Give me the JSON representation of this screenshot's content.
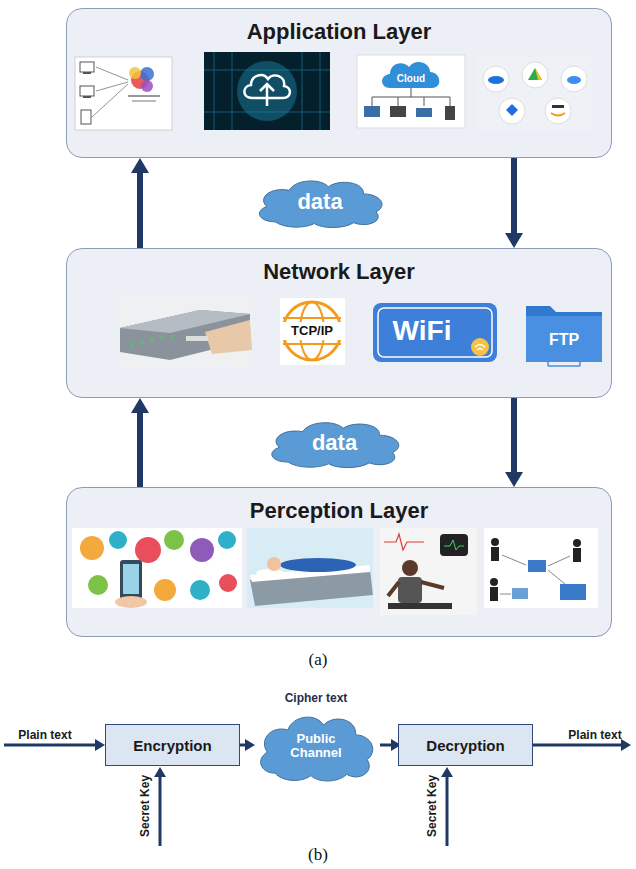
{
  "diagram": {
    "nodes": [
      {
        "text": [
          "Application Layer"
        ]
      },
      {
        "text": [
          "data"
        ]
      },
      {
        "text": [
          "Network Layer"
        ]
      },
      {
        "text": [
          "data"
        ]
      },
      {
        "text": [
          "Perception Layer"
        ]
      },
      {
        "text": [
          "Encryption"
        ]
      },
      {
        "text": [
          "Cipher text",
          "Public Channel"
        ]
      },
      {
        "text": [
          "Decryption"
        ]
      }
    ],
    "edges": [
      {
        "from": 4,
        "to": 2,
        "arrow": "to"
      },
      {
        "from": 2,
        "to": 0,
        "arrow": "to"
      },
      {
        "from": 0,
        "to": 2,
        "arrow": "to"
      },
      {
        "from": 2,
        "to": 4,
        "arrow": "to"
      },
      {
        "from": 5,
        "to": 6,
        "arrow": "to"
      },
      {
        "from": 6,
        "to": 7,
        "arrow": "to"
      }
    ],
    "labels": [
      "Cloud",
      "TCP/IP",
      "WiFi",
      "FTP",
      "(a)",
      "Plain text",
      "Plain text",
      "Secret Key",
      "Secret Key",
      "(b)"
    ]
  }
}
